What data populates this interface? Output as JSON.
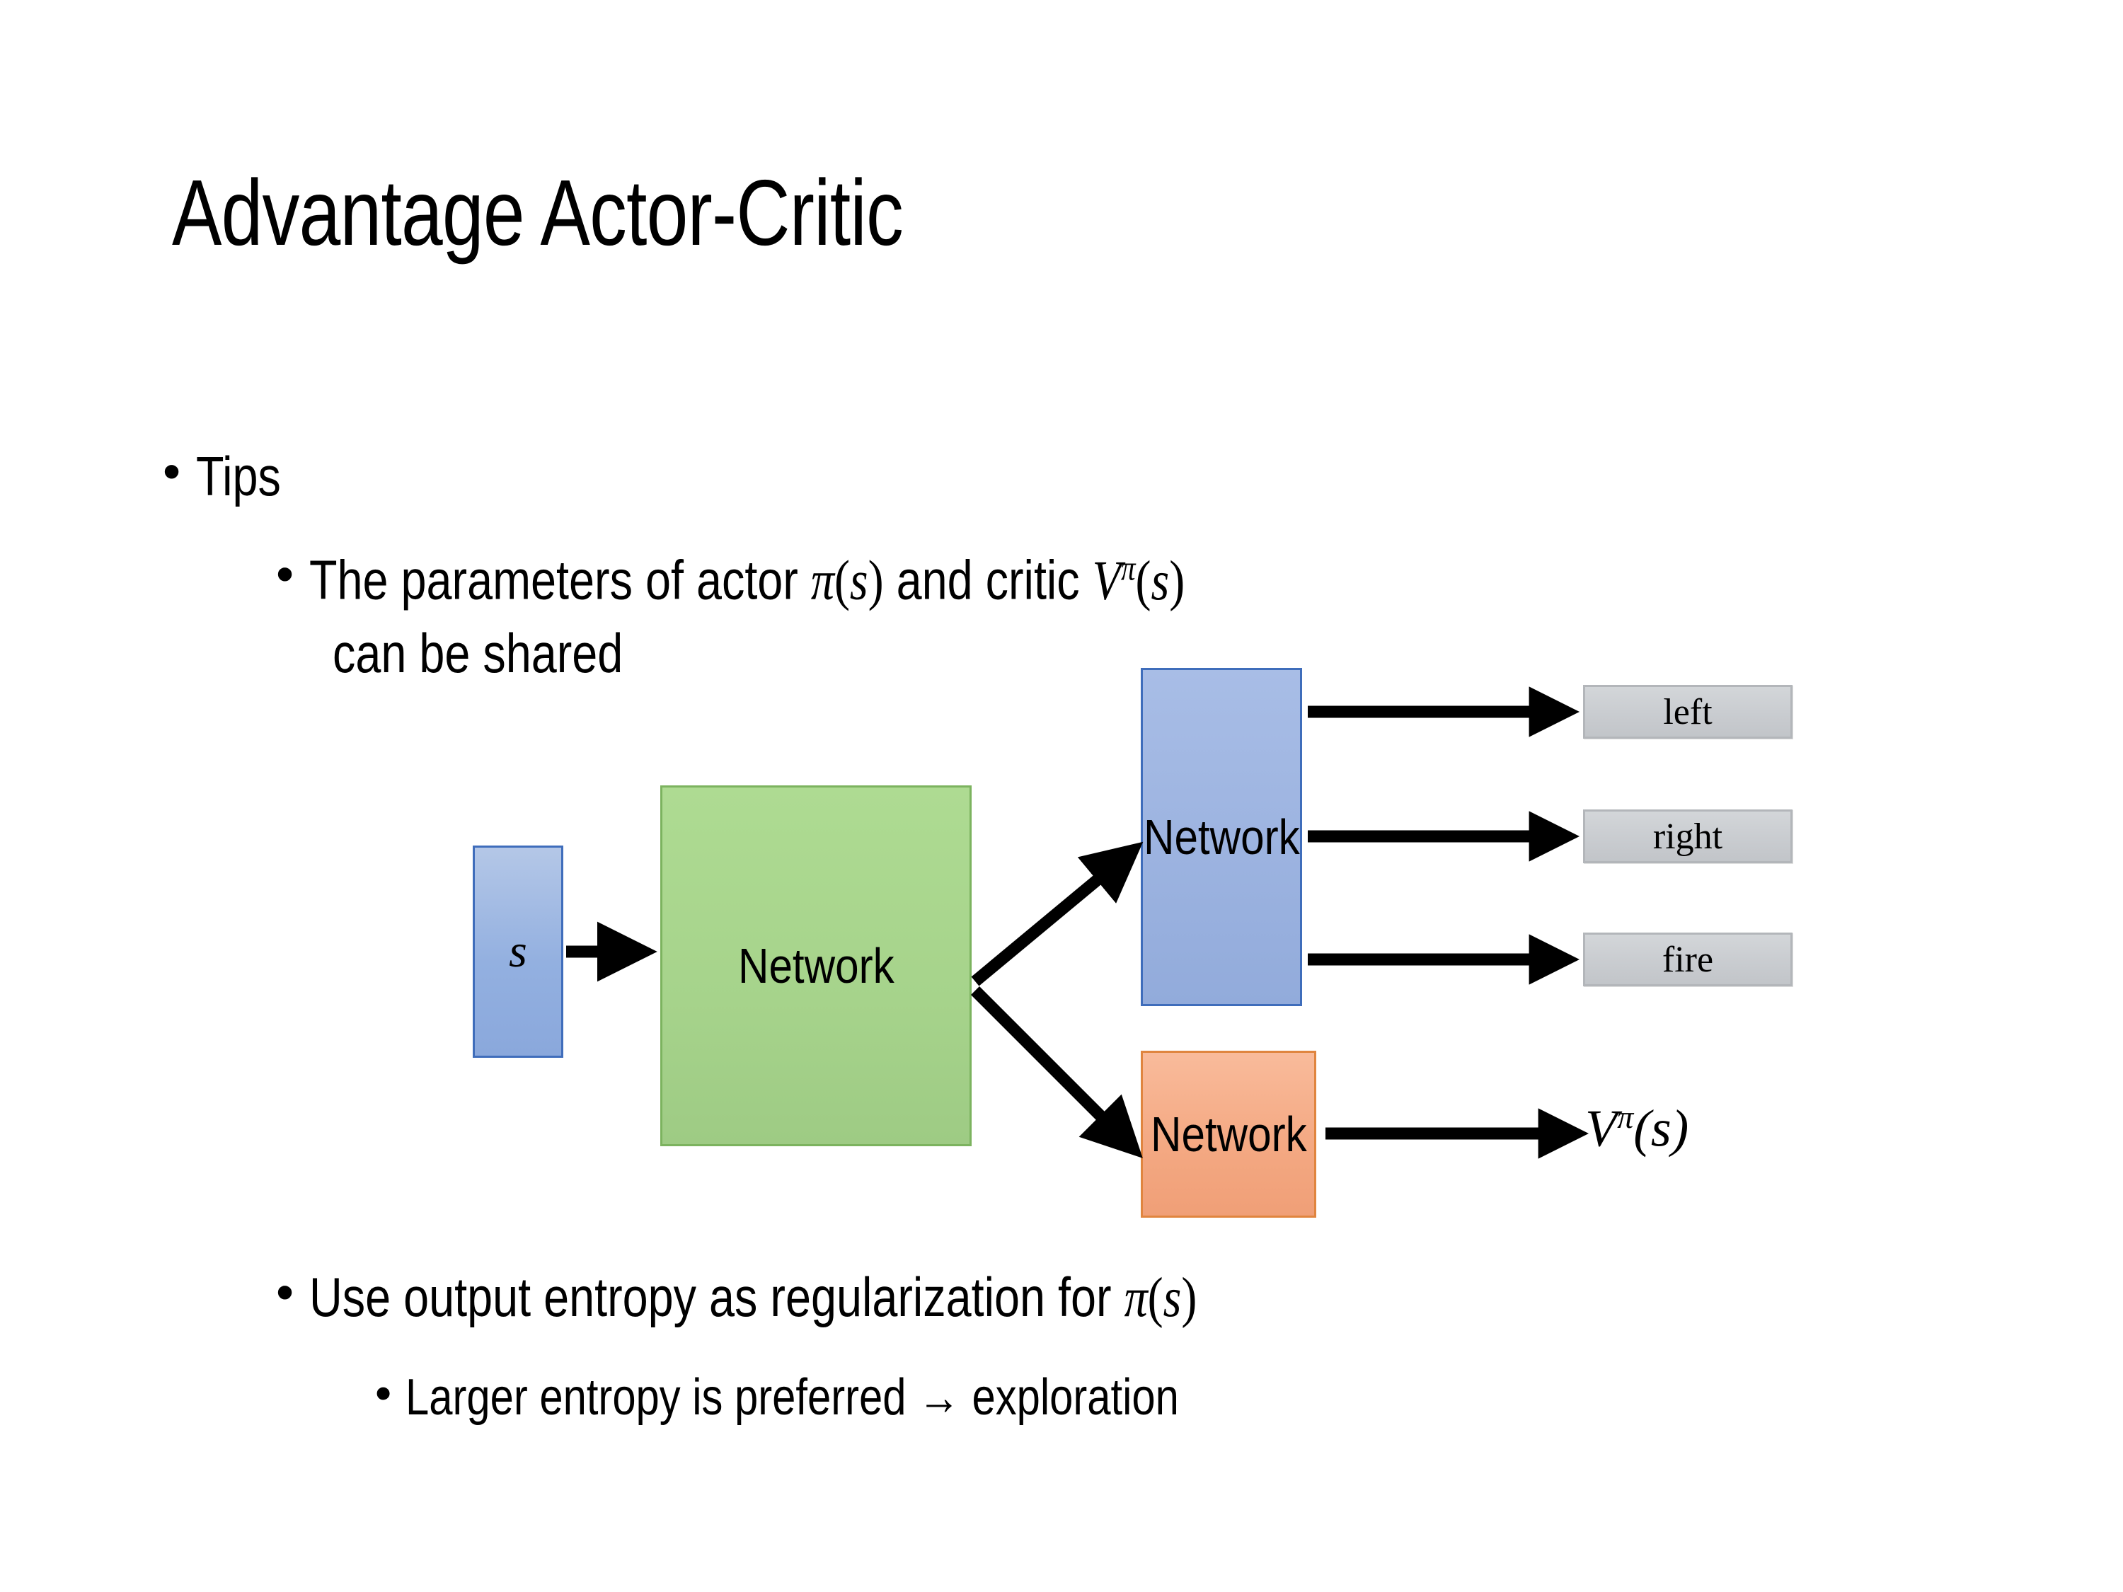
{
  "slide": {
    "title": "Advantage Actor-Critic",
    "bullets": [
      {
        "level": 1,
        "text": "Tips"
      },
      {
        "level": 2,
        "text_before": "The parameters of actor ",
        "math_actor": "π(s)",
        "text_middle": "  and critic ",
        "math_critic": "Vπ(s)"
      },
      {
        "level": 2,
        "text": "can be shared"
      },
      {
        "level": 2,
        "text_before": "Use output entropy as regularization for ",
        "math_actor": "π(s)"
      },
      {
        "level": 3,
        "text": "Larger entropy is preferred → exploration"
      }
    ],
    "bullet_marker": "•"
  },
  "diagram": {
    "state_node": {
      "label": "s",
      "fill": "#93b0e0",
      "border": "#3f6dbb"
    },
    "shared_node": {
      "label": "Network",
      "fill": "#a6d38b",
      "border": "#7cb35f"
    },
    "actor_node": {
      "label": "Network",
      "fill": "#9cb3e0",
      "border": "#3f6dbb"
    },
    "critic_node": {
      "label": "Network",
      "fill": "#f4a983",
      "border": "#e0853f"
    },
    "action_outputs": [
      {
        "label": "left"
      },
      {
        "label": "right"
      },
      {
        "label": "fire"
      }
    ],
    "value_output": {
      "base": "V",
      "superscript": "π",
      "argument": "(s)"
    },
    "arrow_color": "#000000",
    "output_fill": "#c9ccd0",
    "output_border": "#b3b6ba"
  }
}
